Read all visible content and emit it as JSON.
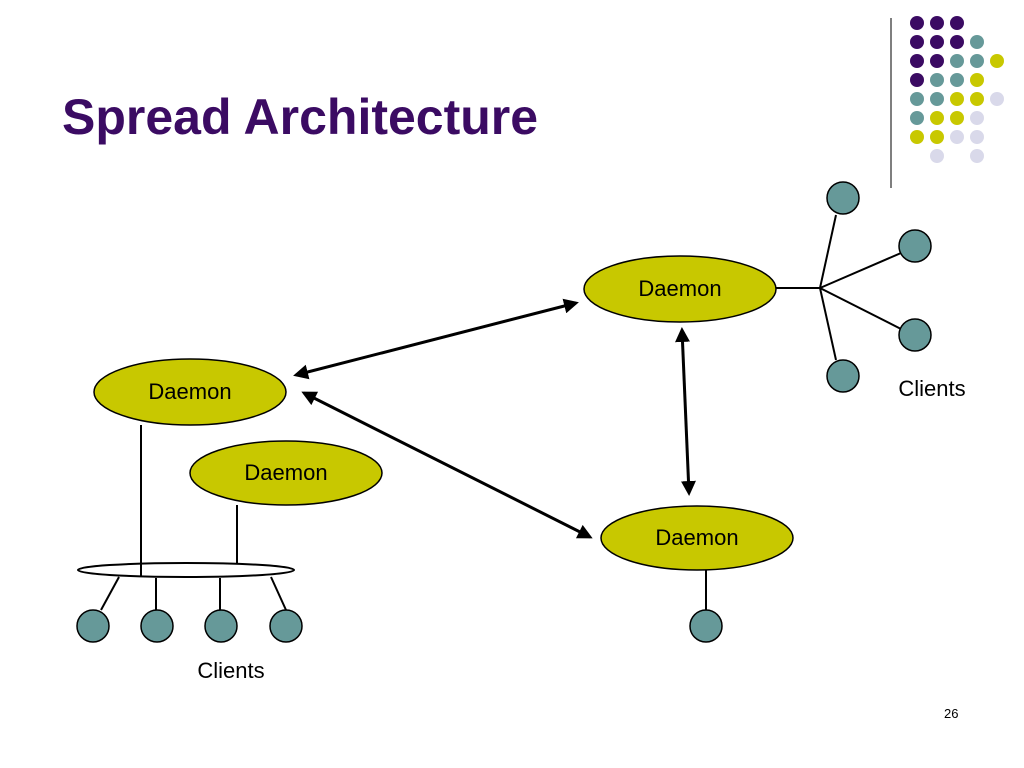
{
  "slide": {
    "title": "Spread Architecture",
    "page_number": "26"
  },
  "colors": {
    "title": "#3b0b63",
    "daemon_fill": "#c8c800",
    "client_fill": "#669999",
    "line": "#000000"
  },
  "decoration": {
    "dot_colors": [
      "#3b0b63",
      "#669999",
      "#c8c800",
      "#d9d9ea"
    ]
  },
  "diagram": {
    "daemons": [
      {
        "id": "left-upper",
        "label": "Daemon"
      },
      {
        "id": "left-lower",
        "label": "Daemon"
      },
      {
        "id": "right-top",
        "label": "Daemon"
      },
      {
        "id": "right-bottom",
        "label": "Daemon"
      }
    ],
    "client_groups": [
      {
        "id": "left-group",
        "label": "Clients",
        "client_count": 4
      },
      {
        "id": "right-top-group",
        "label": "Clients",
        "client_count": 4
      },
      {
        "id": "right-bottom-group",
        "label": "",
        "client_count": 1
      }
    ],
    "connections": [
      {
        "from": "left-upper",
        "to": "right-top",
        "bidirectional": true
      },
      {
        "from": "left-upper",
        "to": "right-bottom",
        "bidirectional": true
      },
      {
        "from": "right-top",
        "to": "right-bottom",
        "bidirectional": true
      }
    ]
  }
}
